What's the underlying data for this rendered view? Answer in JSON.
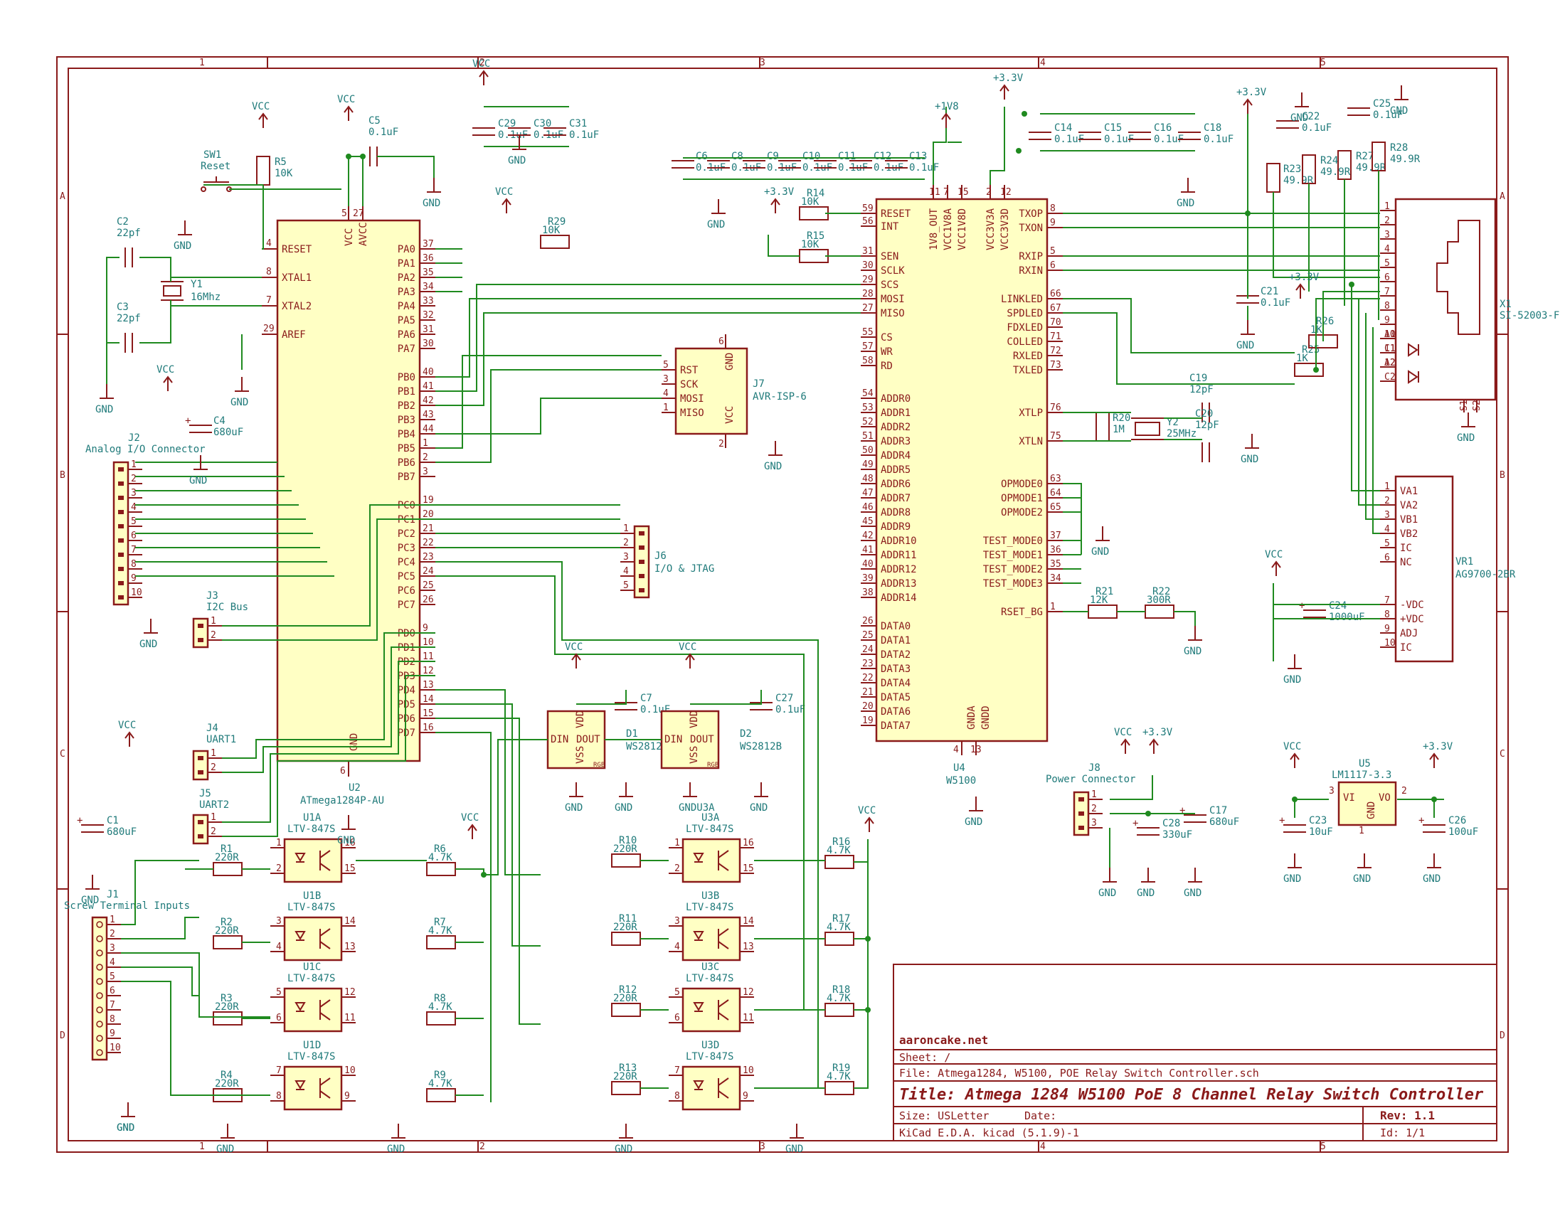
{
  "title_block": {
    "site": "aaroncake.net",
    "sheet": "Sheet: /",
    "file": "File: Atmega1284, W5100, POE Relay Switch Controller.sch",
    "title": "Title: Atmega 1284 W5100 PoE 8 Channel Relay Switch Controller",
    "size": "Size: USLetter",
    "date": "Date:",
    "rev": "Rev: 1.1",
    "tool": "KiCad E.D.A.  kicad (5.1.9)-1",
    "id": "Id: 1/1"
  },
  "zones": {
    "columns": [
      "1",
      "2",
      "3",
      "4",
      "5"
    ],
    "rows": [
      "A",
      "B",
      "C",
      "D"
    ]
  },
  "components": {
    "u2": {
      "ref": "U2",
      "value": "ATmega1284P-AU",
      "left_pins": [
        {
          "num": "4",
          "name": "RESET"
        },
        {
          "num": "8",
          "name": "XTAL1"
        },
        {
          "num": "7",
          "name": "XTAL2"
        },
        {
          "num": "29",
          "name": "AREF"
        }
      ],
      "top_pins": [
        {
          "num": "5",
          "name": "VCC"
        },
        {
          "num": "27",
          "name": "AVCC"
        }
      ],
      "bottom_pin": {
        "num": "6",
        "name": "GND"
      },
      "right_pins": [
        {
          "num": "37",
          "name": "PA0"
        },
        {
          "num": "36",
          "name": "PA1"
        },
        {
          "num": "35",
          "name": "PA2"
        },
        {
          "num": "34",
          "name": "PA3"
        },
        {
          "num": "33",
          "name": "PA4"
        },
        {
          "num": "32",
          "name": "PA5"
        },
        {
          "num": "31",
          "name": "PA6"
        },
        {
          "num": "30",
          "name": "PA7"
        },
        {
          "num": "40",
          "name": "PB0"
        },
        {
          "num": "41",
          "name": "PB1"
        },
        {
          "num": "42",
          "name": "PB2"
        },
        {
          "num": "43",
          "name": "PB3"
        },
        {
          "num": "44",
          "name": "PB4"
        },
        {
          "num": "1",
          "name": "PB5"
        },
        {
          "num": "2",
          "name": "PB6"
        },
        {
          "num": "3",
          "name": "PB7"
        },
        {
          "num": "19",
          "name": "PC0"
        },
        {
          "num": "20",
          "name": "PC1"
        },
        {
          "num": "21",
          "name": "PC2"
        },
        {
          "num": "22",
          "name": "PC3"
        },
        {
          "num": "23",
          "name": "PC4"
        },
        {
          "num": "24",
          "name": "PC5"
        },
        {
          "num": "25",
          "name": "PC6"
        },
        {
          "num": "26",
          "name": "PC7"
        },
        {
          "num": "9",
          "name": "PD0"
        },
        {
          "num": "10",
          "name": "PD1"
        },
        {
          "num": "11",
          "name": "PD2"
        },
        {
          "num": "12",
          "name": "PD3"
        },
        {
          "num": "13",
          "name": "PD4"
        },
        {
          "num": "14",
          "name": "PD5"
        },
        {
          "num": "15",
          "name": "PD6"
        },
        {
          "num": "16",
          "name": "PD7"
        }
      ]
    },
    "u4": {
      "ref": "U4",
      "value": "W5100",
      "top_pins": [
        {
          "num": "11",
          "name": "1V8_OUT"
        },
        {
          "num": "7",
          "name": "VCC1V8A"
        },
        {
          "num": "15",
          "name": "VCC1V8D"
        },
        {
          "num": "2",
          "name": "VCC3V3A"
        },
        {
          "num": "12",
          "name": "VCC3V3D"
        }
      ],
      "bottom_pins": [
        {
          "num": "4",
          "name": "GNDA"
        },
        {
          "num": "13",
          "name": "GNDD"
        }
      ],
      "left_pins": [
        {
          "num": "59",
          "name": "RESET"
        },
        {
          "num": "56",
          "name": "INT"
        },
        {
          "num": "31",
          "name": "SEN"
        },
        {
          "num": "30",
          "name": "SCLK"
        },
        {
          "num": "29",
          "name": "SCS"
        },
        {
          "num": "28",
          "name": "MOSI"
        },
        {
          "num": "27",
          "name": "MISO"
        },
        {
          "num": "55",
          "name": "CS"
        },
        {
          "num": "57",
          "name": "WR"
        },
        {
          "num": "58",
          "name": "RD"
        },
        {
          "num": "54",
          "name": "ADDR0"
        },
        {
          "num": "53",
          "name": "ADDR1"
        },
        {
          "num": "52",
          "name": "ADDR2"
        },
        {
          "num": "51",
          "name": "ADDR3"
        },
        {
          "num": "50",
          "name": "ADDR4"
        },
        {
          "num": "49",
          "name": "ADDR5"
        },
        {
          "num": "48",
          "name": "ADDR6"
        },
        {
          "num": "47",
          "name": "ADDR7"
        },
        {
          "num": "46",
          "name": "ADDR8"
        },
        {
          "num": "45",
          "name": "ADDR9"
        },
        {
          "num": "42",
          "name": "ADDR10"
        },
        {
          "num": "41",
          "name": "ADDR11"
        },
        {
          "num": "40",
          "name": "ADDR12"
        },
        {
          "num": "39",
          "name": "ADDR13"
        },
        {
          "num": "38",
          "name": "ADDR14"
        },
        {
          "num": "26",
          "name": "DATA0"
        },
        {
          "num": "25",
          "name": "DATA1"
        },
        {
          "num": "24",
          "name": "DATA2"
        },
        {
          "num": "23",
          "name": "DATA3"
        },
        {
          "num": "22",
          "name": "DATA4"
        },
        {
          "num": "21",
          "name": "DATA5"
        },
        {
          "num": "20",
          "name": "DATA6"
        },
        {
          "num": "19",
          "name": "DATA7"
        }
      ],
      "right_pins": [
        {
          "num": "8",
          "name": "TXOP"
        },
        {
          "num": "9",
          "name": "TXON"
        },
        {
          "num": "5",
          "name": "RXIP"
        },
        {
          "num": "6",
          "name": "RXIN"
        },
        {
          "num": "66",
          "name": "LINKLED"
        },
        {
          "num": "67",
          "name": "SPDLED"
        },
        {
          "num": "70",
          "name": "FDXLED"
        },
        {
          "num": "71",
          "name": "COLLED"
        },
        {
          "num": "72",
          "name": "RXLED"
        },
        {
          "num": "73",
          "name": "TXLED"
        },
        {
          "num": "76",
          "name": "XTLP"
        },
        {
          "num": "75",
          "name": "XTLN"
        },
        {
          "num": "63",
          "name": "OPMODE0"
        },
        {
          "num": "64",
          "name": "OPMODE1"
        },
        {
          "num": "65",
          "name": "OPMODE2"
        },
        {
          "num": "37",
          "name": "TEST_MODE0"
        },
        {
          "num": "36",
          "name": "TEST_MODE1"
        },
        {
          "num": "35",
          "name": "TEST_MODE2"
        },
        {
          "num": "34",
          "name": "TEST_MODE3"
        },
        {
          "num": "1",
          "name": "RSET_BG"
        }
      ]
    },
    "x1": {
      "ref": "X1",
      "value": "SI-52003-F",
      "pins": [
        "1",
        "2",
        "3",
        "4",
        "5",
        "6",
        "7",
        "8",
        "9",
        "10",
        "11",
        "12",
        "A1",
        "C1",
        "A2",
        "C2",
        "S1",
        "S2"
      ]
    },
    "vr1": {
      "ref": "VR1",
      "value": "AG9700-2BR",
      "pins": [
        {
          "num": "1",
          "name": "VA1"
        },
        {
          "num": "2",
          "name": "VA2"
        },
        {
          "num": "3",
          "name": "VB1"
        },
        {
          "num": "4",
          "name": "VB2"
        },
        {
          "num": "5",
          "name": "IC"
        },
        {
          "num": "6",
          "name": "NC"
        },
        {
          "num": "7",
          "name": "-VDC"
        },
        {
          "num": "8",
          "name": "+VDC"
        },
        {
          "num": "9",
          "name": "ADJ"
        },
        {
          "num": "10",
          "name": "IC"
        }
      ]
    },
    "j7": {
      "ref": "J7",
      "value": "AVR-ISP-6",
      "pins": [
        {
          "num": "5",
          "name": "RST"
        },
        {
          "num": "3",
          "name": "SCK"
        },
        {
          "num": "4",
          "name": "MOSI"
        },
        {
          "num": "1",
          "name": "MISO"
        }
      ],
      "top_pin": {
        "num": "6",
        "name": "GND"
      },
      "bottom_pin": {
        "num": "2",
        "name": "VCC"
      }
    },
    "j6": {
      "ref": "J6",
      "value": "I/O & JTAG",
      "pins": [
        "1",
        "2",
        "3",
        "4",
        "5"
      ]
    },
    "j2": {
      "ref": "J2",
      "value": "Analog I/O Connector",
      "pins": [
        "1",
        "2",
        "3",
        "4",
        "5",
        "6",
        "7",
        "8",
        "9",
        "10"
      ]
    },
    "j1": {
      "ref": "J1",
      "value": "Screw Terminal Inputs",
      "pins": [
        "1",
        "2",
        "3",
        "4",
        "5",
        "6",
        "7",
        "8",
        "9",
        "10"
      ]
    },
    "j3": {
      "ref": "J3",
      "value": "I2C Bus",
      "pins": [
        "1",
        "2"
      ]
    },
    "j4": {
      "ref": "J4",
      "value": "UART1",
      "pins": [
        "1",
        "2"
      ]
    },
    "j5": {
      "ref": "J5",
      "value": "UART2",
      "pins": [
        "1",
        "2"
      ]
    },
    "j8": {
      "ref": "J8",
      "value": "Power Connector",
      "pins": [
        "1",
        "2",
        "3"
      ]
    },
    "u5": {
      "ref": "U5",
      "value": "LM1117-3.3",
      "vi": "VI",
      "vo": "VO",
      "gnd": "GND",
      "pin_vi": "3",
      "pin_vo": "2",
      "pin_gnd": "1"
    },
    "sw1": {
      "ref": "SW1",
      "value": "Reset"
    },
    "y1": {
      "ref": "Y1",
      "value": "16Mhz"
    },
    "y2": {
      "ref": "Y2",
      "value": "25MHz"
    },
    "d1": {
      "ref": "D1",
      "value": "WS2812B",
      "din": "DIN",
      "dout": "DOUT",
      "vdd": "VDD",
      "vss": "VSS",
      "rgb": "RGB"
    },
    "d2": {
      "ref": "D2",
      "value": "WS2812B",
      "din": "DIN",
      "dout": "DOUT",
      "vdd": "VDD",
      "vss": "VSS",
      "rgb": "RGB"
    },
    "optos": [
      {
        "ref": "U1A",
        "value": "LTV-847S",
        "pins": [
          "1",
          "2",
          "16",
          "15"
        ]
      },
      {
        "ref": "U1B",
        "value": "LTV-847S",
        "pins": [
          "3",
          "4",
          "14",
          "13"
        ]
      },
      {
        "ref": "U1C",
        "value": "LTV-847S",
        "pins": [
          "5",
          "6",
          "12",
          "11"
        ]
      },
      {
        "ref": "U1D",
        "value": "LTV-847S",
        "pins": [
          "7",
          "8",
          "10",
          "9"
        ]
      },
      {
        "ref": "U3A",
        "value": "LTV-847S",
        "pins": [
          "1",
          "2",
          "16",
          "15"
        ]
      },
      {
        "ref": "U3B",
        "value": "LTV-847S",
        "pins": [
          "3",
          "4",
          "14",
          "13"
        ]
      },
      {
        "ref": "U3C",
        "value": "LTV-847S",
        "pins": [
          "5",
          "6",
          "12",
          "11"
        ]
      },
      {
        "ref": "U3D",
        "value": "LTV-847S",
        "pins": [
          "7",
          "8",
          "10",
          "9"
        ]
      }
    ],
    "resistors": [
      {
        "ref": "R5",
        "value": "10K"
      },
      {
        "ref": "R29",
        "value": "10K"
      },
      {
        "ref": "R14",
        "value": "10K"
      },
      {
        "ref": "R15",
        "value": "10K"
      },
      {
        "ref": "R20",
        "value": "1M"
      },
      {
        "ref": "R21",
        "value": "12K"
      },
      {
        "ref": "R22",
        "value": "300R"
      },
      {
        "ref": "R23",
        "value": "49.9R"
      },
      {
        "ref": "R24",
        "value": "49.9R"
      },
      {
        "ref": "R27",
        "value": "49.9R"
      },
      {
        "ref": "R28",
        "value": "49.9R"
      },
      {
        "ref": "R25",
        "value": "1K"
      },
      {
        "ref": "R26",
        "value": "1K"
      },
      {
        "ref": "R1",
        "value": "220R"
      },
      {
        "ref": "R2",
        "value": "220R"
      },
      {
        "ref": "R3",
        "value": "220R"
      },
      {
        "ref": "R4",
        "value": "220R"
      },
      {
        "ref": "R6",
        "value": "4.7K"
      },
      {
        "ref": "R7",
        "value": "4.7K"
      },
      {
        "ref": "R8",
        "value": "4.7K"
      },
      {
        "ref": "R9",
        "value": "4.7K"
      },
      {
        "ref": "R10",
        "value": "220R"
      },
      {
        "ref": "R11",
        "value": "220R"
      },
      {
        "ref": "R12",
        "value": "220R"
      },
      {
        "ref": "R13",
        "value": "220R"
      },
      {
        "ref": "R16",
        "value": "4.7K"
      },
      {
        "ref": "R17",
        "value": "4.7K"
      },
      {
        "ref": "R18",
        "value": "4.7K"
      },
      {
        "ref": "R19",
        "value": "4.7K"
      }
    ],
    "capacitors": [
      {
        "ref": "C2",
        "value": "22pf"
      },
      {
        "ref": "C3",
        "value": "22pf"
      },
      {
        "ref": "C5",
        "value": "0.1uF"
      },
      {
        "ref": "C4",
        "value": "680uF"
      },
      {
        "ref": "C1",
        "value": "680uF"
      },
      {
        "ref": "C29",
        "value": "0.1uF"
      },
      {
        "ref": "C30",
        "value": "0.1uF"
      },
      {
        "ref": "C31",
        "value": "0.1uF"
      },
      {
        "ref": "C6",
        "value": "0.1uF"
      },
      {
        "ref": "C8",
        "value": "0.1uF"
      },
      {
        "ref": "C9",
        "value": "0.1uF"
      },
      {
        "ref": "C10",
        "value": "0.1uF"
      },
      {
        "ref": "C11",
        "value": "0.1uF"
      },
      {
        "ref": "C12",
        "value": "0.1uF"
      },
      {
        "ref": "C13",
        "value": "0.1uF"
      },
      {
        "ref": "C14",
        "value": "0.1uF"
      },
      {
        "ref": "C15",
        "value": "0.1uF"
      },
      {
        "ref": "C16",
        "value": "0.1uF"
      },
      {
        "ref": "C18",
        "value": "0.1uF"
      },
      {
        "ref": "C22",
        "value": "0.1uF"
      },
      {
        "ref": "C25",
        "value": "0.1uF"
      },
      {
        "ref": "C21",
        "value": "0.1uF"
      },
      {
        "ref": "C19",
        "value": "12pF"
      },
      {
        "ref": "C20",
        "value": "12pF"
      },
      {
        "ref": "C24",
        "value": "1000uF"
      },
      {
        "ref": "C7",
        "value": "0.1uF"
      },
      {
        "ref": "C27",
        "value": "0.1uF"
      },
      {
        "ref": "C17",
        "value": "680uF"
      },
      {
        "ref": "C28",
        "value": "330uF"
      },
      {
        "ref": "C23",
        "value": "10uF"
      },
      {
        "ref": "C26",
        "value": "100uF"
      }
    ]
  },
  "power": {
    "vcc": "VCC",
    "gnd": "GND",
    "v33": "+3.3V",
    "v18": "+1V8",
    "gndu3a": "GNDU3A"
  }
}
